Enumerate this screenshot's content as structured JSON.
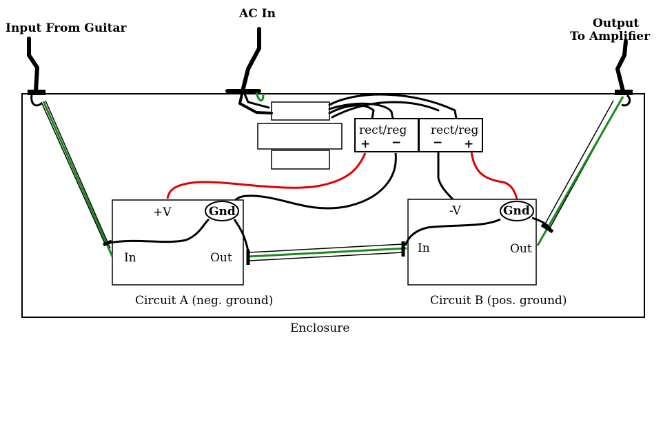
{
  "labels": {
    "input": "Input From Guitar",
    "ac_in": "AC In",
    "output_line1": "Output",
    "output_line2": "To Amplifier",
    "enclosure": "Enclosure"
  },
  "rect_reg_left": {
    "title": "rect/reg",
    "plus": "+",
    "minus": "−"
  },
  "rect_reg_right": {
    "title": "rect/reg",
    "minus": "−",
    "plus": "+"
  },
  "circuit_a": {
    "v": "+V",
    "gnd": "Gnd",
    "in": "In",
    "out": "Out",
    "caption": "Circuit A (neg. ground)"
  },
  "circuit_b": {
    "v": "-V",
    "gnd": "Gnd",
    "in": "In",
    "out": "Out",
    "caption": "Circuit B (pos. ground)"
  },
  "colors": {
    "wire": "#000000",
    "positive_wire": "#e00000",
    "signal_wire": "#1a8a1a"
  }
}
